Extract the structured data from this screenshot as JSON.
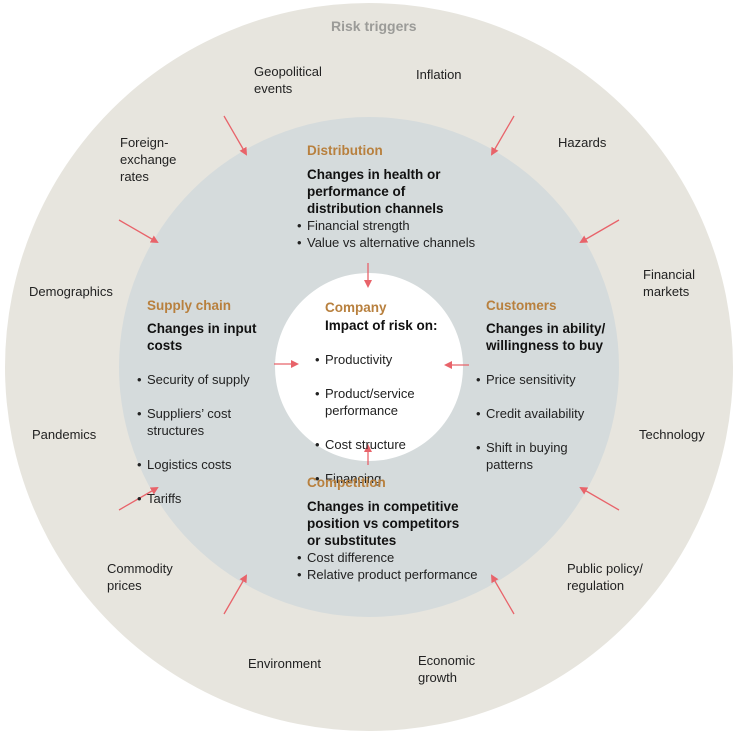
{
  "outer_title": "Risk triggers",
  "triggers": [
    "Geopolitical\nevents",
    "Inflation",
    "Hazards",
    "Financial\nmarkets",
    "Technology",
    "Public policy/\nregulation",
    "Economic\ngrowth",
    "Environment",
    "Commodity\nprices",
    "Pandemics",
    "Demographics",
    "Foreign-\nexchange\nrates"
  ],
  "distribution": {
    "heading": "Distribution",
    "subheading": "Changes in health or\nperformance of\ndistribution channels",
    "items": [
      "Financial strength",
      "Value vs alternative channels"
    ]
  },
  "supply_chain": {
    "heading": "Supply chain",
    "subheading": "Changes in input\ncosts",
    "items": [
      "Security of supply",
      "Suppliers’ cost\nstructures",
      "Logistics costs",
      "Tariffs"
    ]
  },
  "customers": {
    "heading": "Customers",
    "subheading": "Changes in ability/\nwillingness to buy",
    "items": [
      "Price sensitivity",
      "Credit availability",
      "Shift in buying\npatterns"
    ]
  },
  "competition": {
    "heading": "Competition",
    "subheading": "Changes in competitive\nposition vs competitors\nor substitutes",
    "items": [
      "Cost difference",
      "Relative product performance"
    ]
  },
  "company": {
    "heading": "Company",
    "subheading": "Impact of risk on:",
    "items": [
      "Productivity",
      "Product/service\nperformance",
      "Cost structure",
      "Financing"
    ]
  },
  "colors": {
    "outer_ring": "#e7e5de",
    "middle_ring": "#d5dbdc",
    "inner_circle": "#ffffff",
    "heading": "#b8803e",
    "arrow": "#e8636a"
  }
}
